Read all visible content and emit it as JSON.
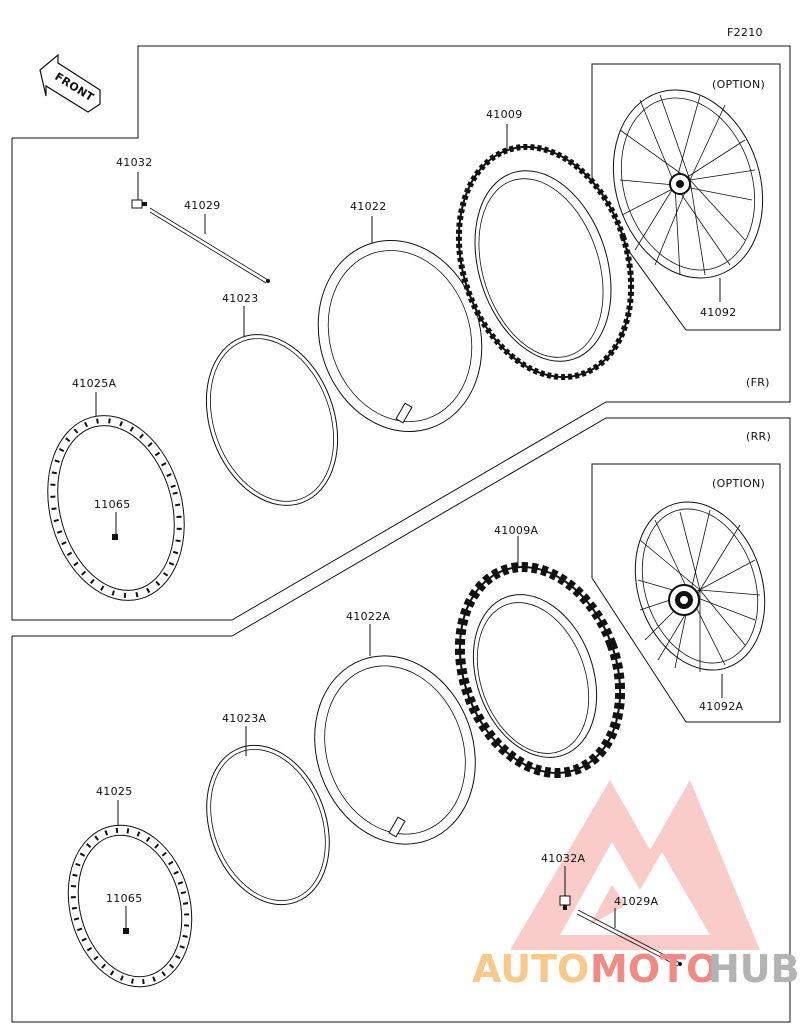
{
  "figure_code": "F2210",
  "front_arrow_label": "FRONT",
  "sections": {
    "front": "(FR)",
    "rear": "(RR)"
  },
  "option_label_front": "(OPTION)",
  "option_label_rear": "(OPTION)",
  "parts": {
    "p41032": "41032",
    "p41029": "41029",
    "p41022": "41022",
    "p41009": "41009",
    "p41092": "41092",
    "p41023": "41023",
    "p41025A": "41025A",
    "p11065_top": "11065",
    "p41009A": "41009A",
    "p41092A": "41092A",
    "p41022A": "41022A",
    "p41023A": "41023A",
    "p41025": "41025",
    "p11065_bottom": "11065",
    "p41032A": "41032A",
    "p41029A": "41029A"
  },
  "watermark": {
    "part1": "AUTO",
    "part2": "MOTO",
    "part3": "HUB",
    "colors": {
      "auto": "#f7c98a",
      "moto": "#f08a84",
      "hub": "#b3b3b3",
      "logo": "#ee5d5d"
    }
  }
}
